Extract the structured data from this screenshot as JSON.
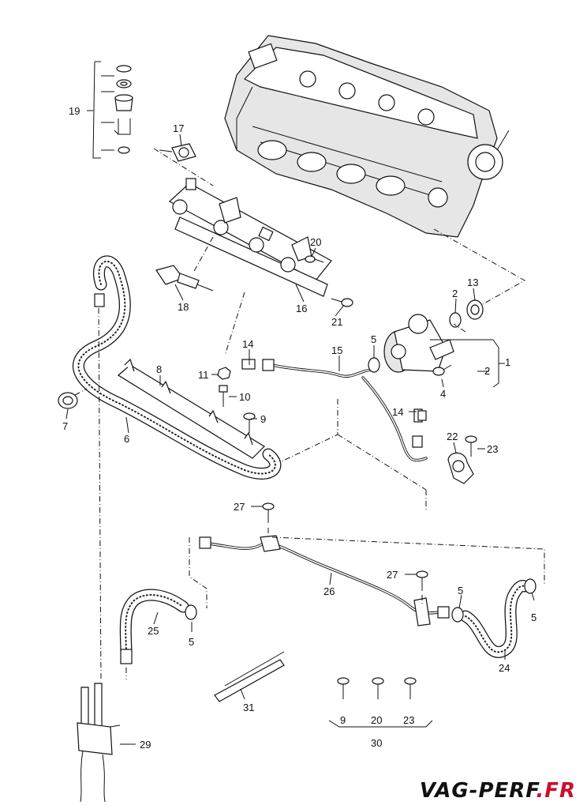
{
  "callouts": {
    "c1": "1",
    "c2a": "2",
    "c2b": "2",
    "c4": "4",
    "c5a": "5",
    "c5b": "5",
    "c5c": "5",
    "c5d": "5",
    "c6": "6",
    "c7": "7",
    "c8": "8",
    "c9a": "9",
    "c9b": "9",
    "c10": "10",
    "c11": "11",
    "c13": "13",
    "c14a": "14",
    "c14b": "14",
    "c15": "15",
    "c16": "16",
    "c17": "17",
    "c18": "18",
    "c19": "19",
    "c20a": "20",
    "c20b": "20",
    "c21": "21",
    "c22": "22",
    "c23a": "23",
    "c23b": "23",
    "c24": "24",
    "c25": "25",
    "c26": "26",
    "c27a": "27",
    "c27b": "27",
    "c29": "29",
    "c30": "30",
    "c31": "31"
  },
  "watermark": {
    "prefix": "VAG-PERF",
    "accent": ".FR"
  },
  "colors": {
    "accent": "#c8102e",
    "ink": "#111111"
  }
}
